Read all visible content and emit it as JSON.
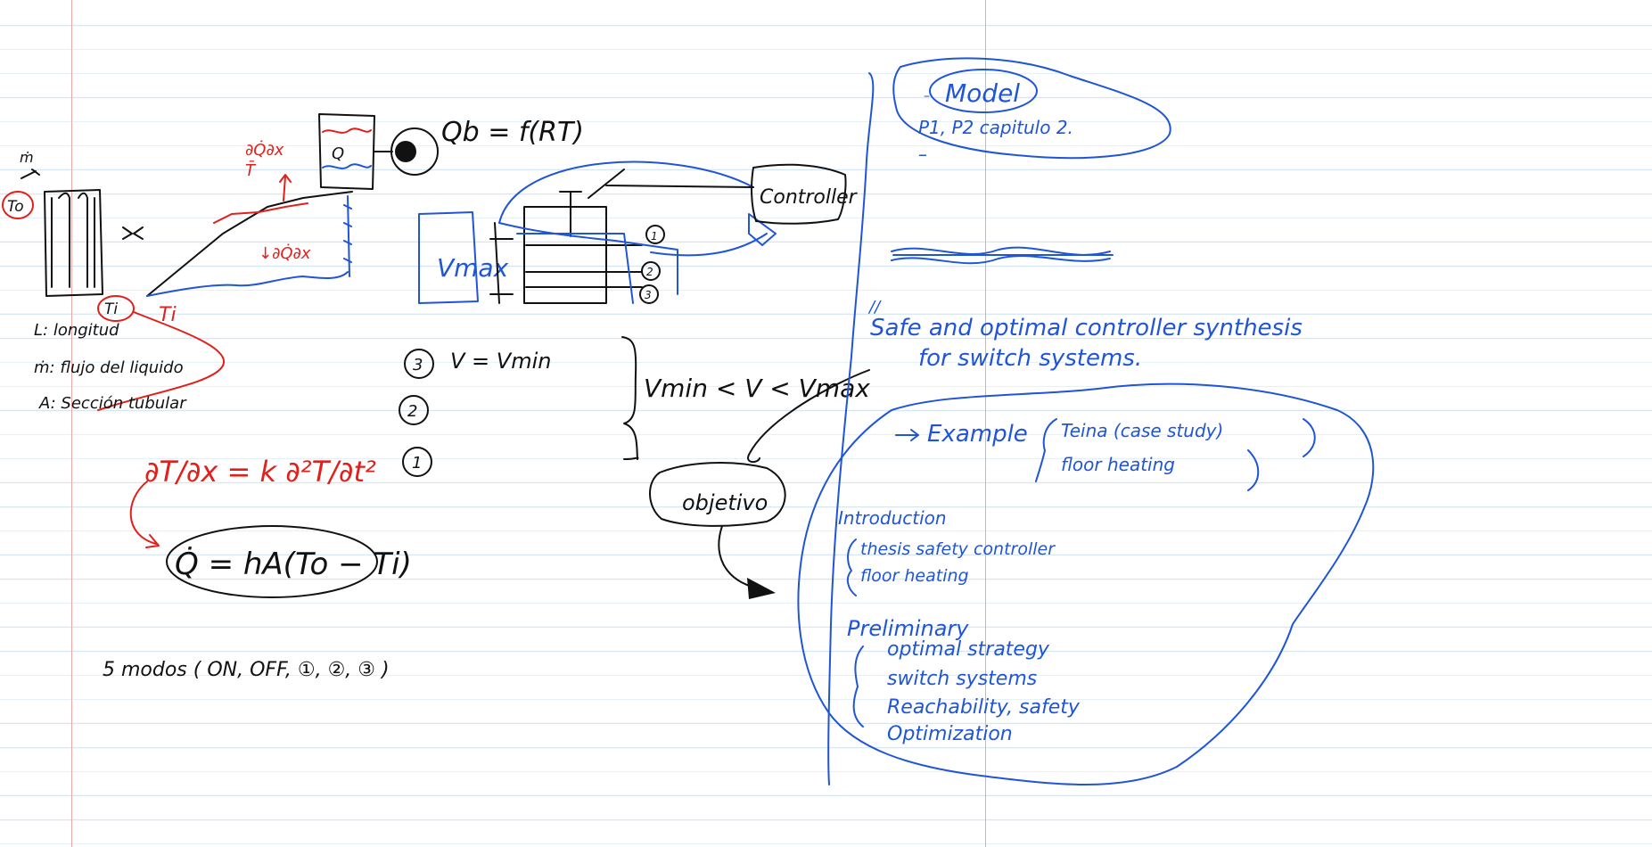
{
  "left_notes": {
    "To": "To",
    "mdot": "ṁ",
    "Ti": "Ti",
    "Ti_red": "Ti",
    "def_L": "L: longitud",
    "def_m": "ṁ: flujo del liquido",
    "def_A": "A: Sección tubular",
    "pde": "∂T/∂x = k ∂²T/∂t²",
    "heat_eq": "Q̇ = hA(To − Ti)",
    "modes": "5 modos ( ON, OFF, ①, ②, ③ )",
    "qb": "Qb = f(RT)",
    "q_block": "Q",
    "vmax": "Vmax",
    "circ_1": "1",
    "circ_2": "2",
    "circ_3": "3",
    "v_min": "V = Vmin",
    "ineq": "Vmin < V < Vmax",
    "controller": "Controller",
    "objetivo": "objetivo",
    "levels": [
      "1",
      "2",
      "3"
    ]
  },
  "right_notes": {
    "model": "Model",
    "chapters": "P1, P2 capitulo 2.",
    "title_line1": "Safe and optimal controller synthesis",
    "title_line2": "for switch systems.",
    "example_label": "Example",
    "example_items": [
      "Teina (case study)",
      "floor heating"
    ],
    "introduction": "Introduction",
    "intro_items": [
      "thesis safety controller",
      "floor heating"
    ],
    "preliminary": "Preliminary",
    "prelim_items": [
      "optimal strategy",
      "switch systems",
      "Reachability, safety",
      "Optimization"
    ]
  },
  "colors": {
    "ink_black": "#111111",
    "ink_red": "#e0201b",
    "ink_blue": "#1f55d6",
    "rule": "#d6e6f3",
    "margin": "#f2a7a7"
  }
}
